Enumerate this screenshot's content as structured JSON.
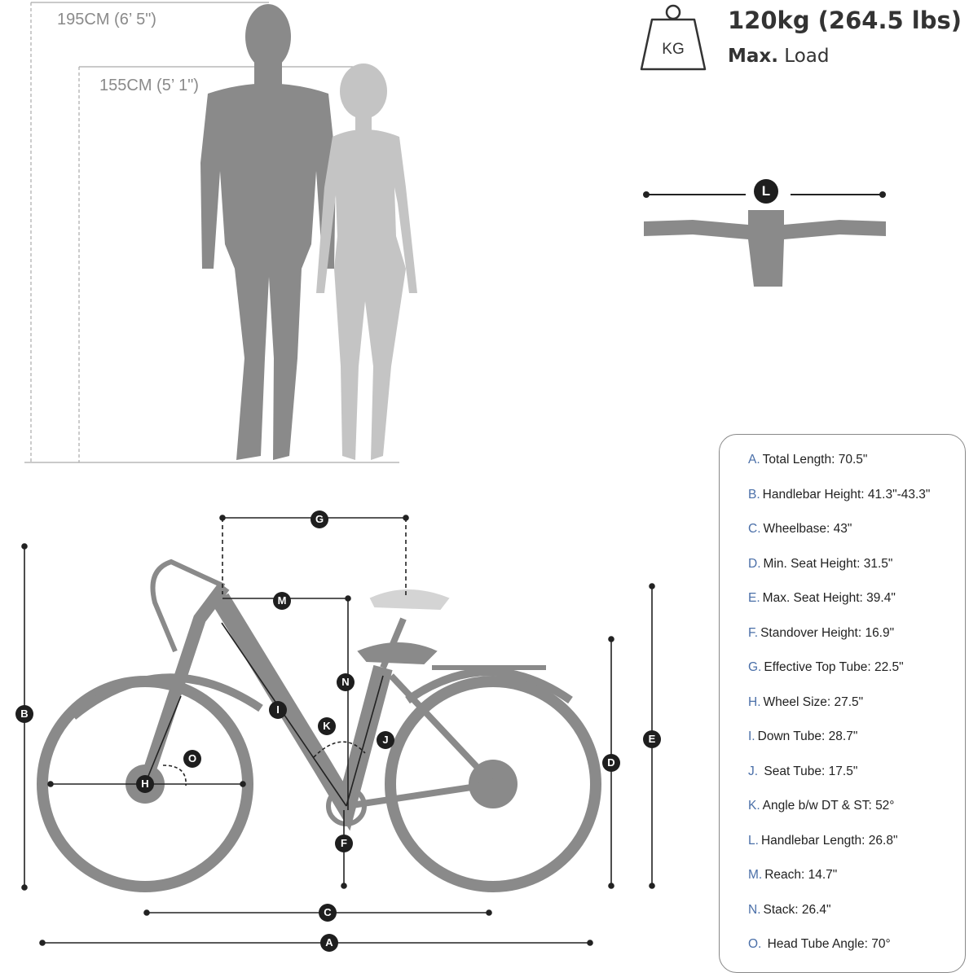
{
  "heights": {
    "man": "195CM (6’ 5\")",
    "woman": "155CM (5’ 1\")"
  },
  "max_load": {
    "icon": "weight-kg-icon",
    "icon_text": "KG",
    "value": "120kg (264.5 lbs)",
    "label_bold": "Max.",
    "label": "Load"
  },
  "markers": {
    "A": "A",
    "B": "B",
    "C": "C",
    "D": "D",
    "E": "E",
    "F": "F",
    "G": "G",
    "H": "H",
    "I": "I",
    "J": "J",
    "K": "K",
    "L": "L",
    "M": "M",
    "N": "N",
    "O": "O"
  },
  "specs": [
    {
      "letter": "A.",
      "text": "Total Length: 70.5\""
    },
    {
      "letter": "B.",
      "text": "Handlebar Height: 41.3\"-43.3\""
    },
    {
      "letter": "C.",
      "text": "Wheelbase: 43\""
    },
    {
      "letter": "D.",
      "text": "Min. Seat Height: 31.5\""
    },
    {
      "letter": "E.",
      "text": "Max. Seat Height: 39.4\""
    },
    {
      "letter": "F.",
      "text": "Standover Height: 16.9\""
    },
    {
      "letter": "G.",
      "text": "Effective Top Tube: 22.5\""
    },
    {
      "letter": "H.",
      "text": "Wheel Size: 27.5\""
    },
    {
      "letter": "I.",
      "text": "Down Tube: 28.7\""
    },
    {
      "letter": "J.",
      "text": " Seat Tube: 17.5\""
    },
    {
      "letter": "K.",
      "text": "Angle b/w DT & ST: 52°"
    },
    {
      "letter": "L.",
      "text": "Handlebar Length: 26.8\""
    },
    {
      "letter": "M.",
      "text": "Reach: 14.7\""
    },
    {
      "letter": "N.",
      "text": "Stack: 26.4\""
    },
    {
      "letter": "O.",
      "text": " Head Tube Angle: 70°"
    }
  ]
}
